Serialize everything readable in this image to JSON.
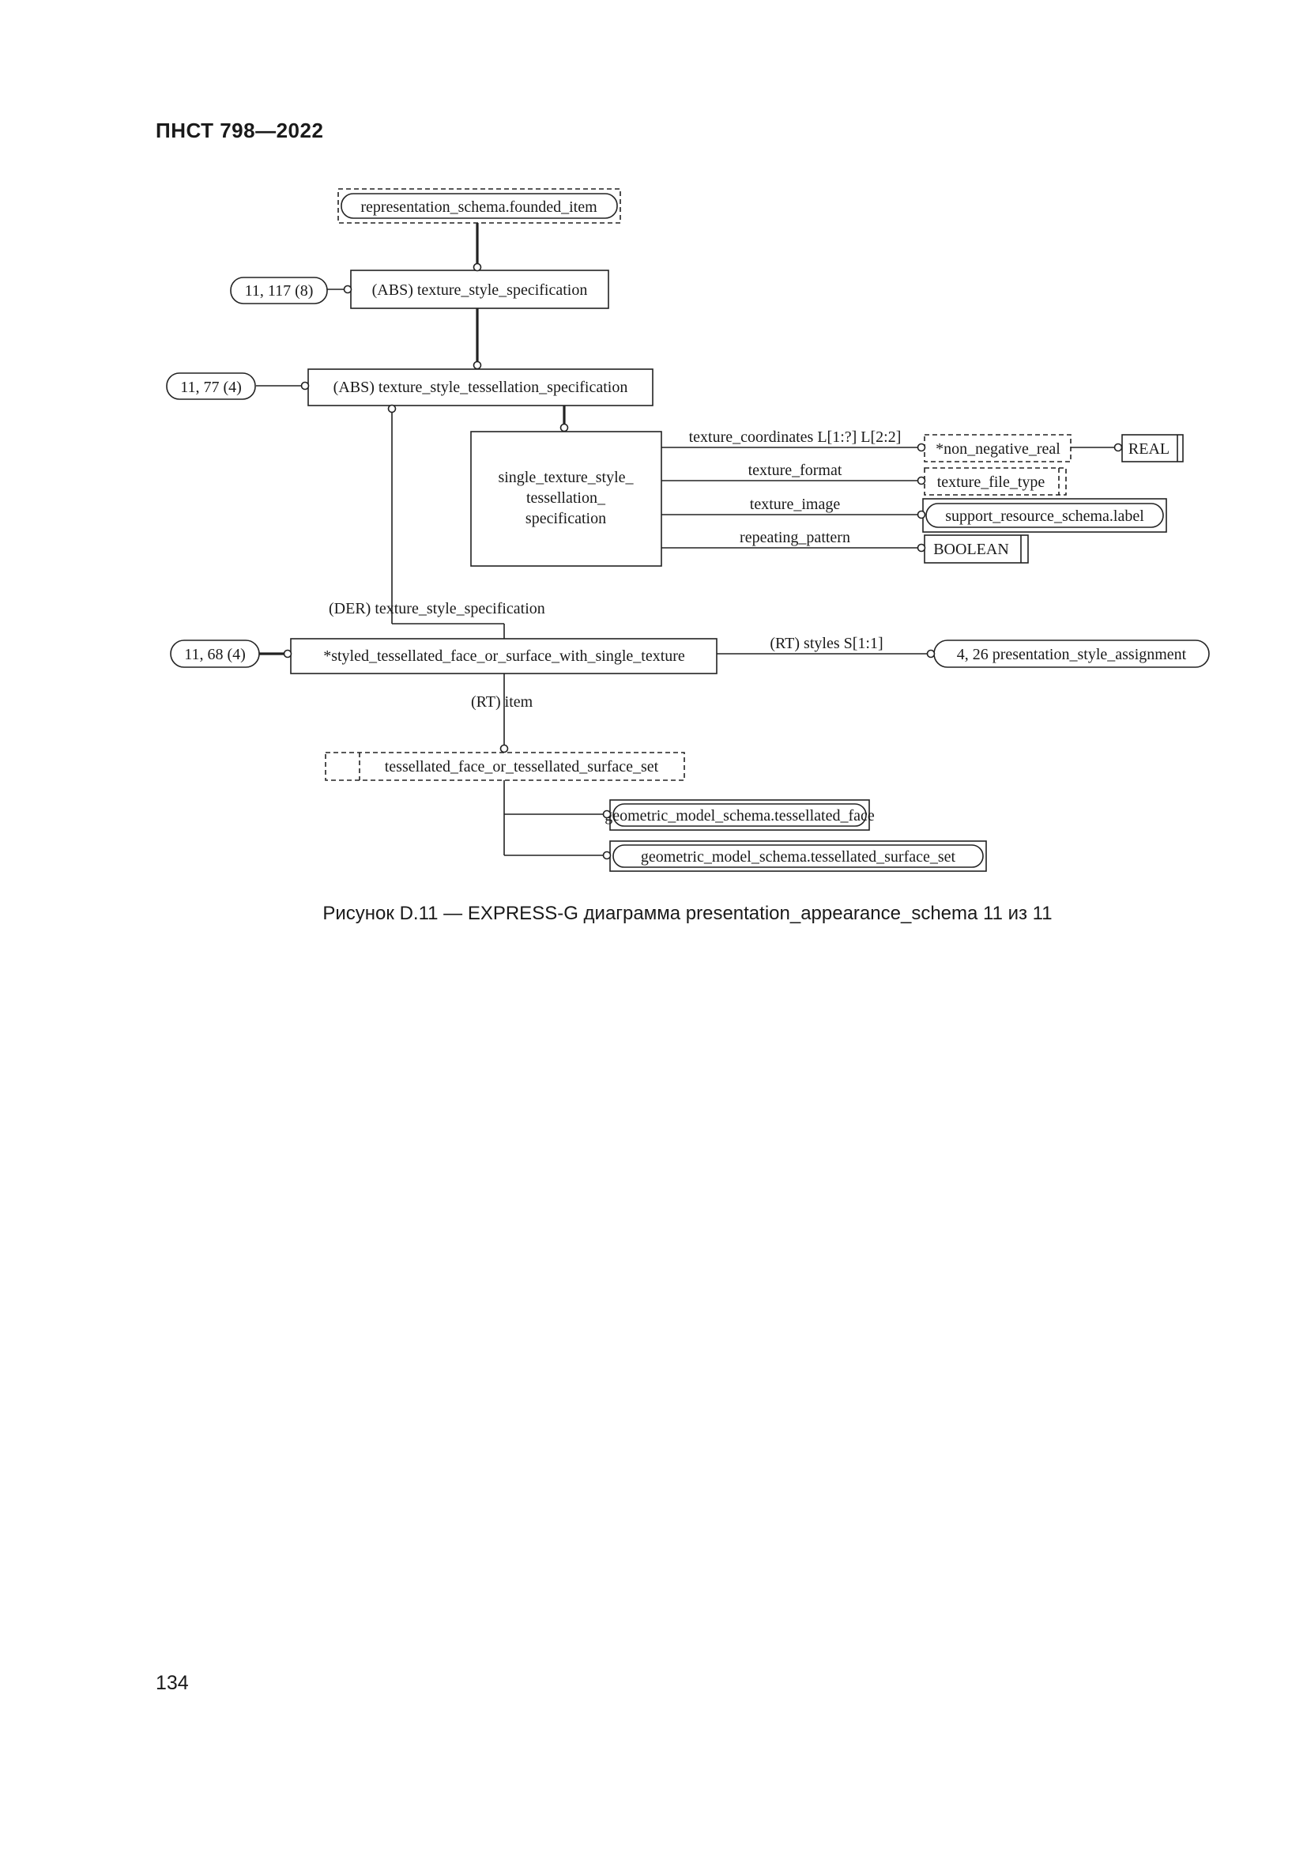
{
  "header": {
    "doc_id": "ПНСТ 798—2022"
  },
  "footer": {
    "page_number": "134"
  },
  "figure": {
    "caption": "Рисунок D.11 — EXPRESS-G диаграмма presentation_appearance_schema 11 из 11"
  },
  "diagram": {
    "nodes": {
      "founded_item": "representation_schema.founded_item",
      "ref_117": "11, 117 (8)",
      "texture_style_spec": "(ABS) texture_style_specification",
      "ref_77": "11, 77 (4)",
      "tess_spec": "(ABS) texture_style_tessellation_specification",
      "single_line1": "single_texture_style_",
      "single_line2": "tessellation_",
      "single_line3": "specification",
      "non_negative_real": "*non_negative_real",
      "real": "REAL",
      "texture_file_type": "texture_file_type",
      "support_label": "support_resource_schema.label",
      "boolean": "BOOLEAN",
      "ref_68": "11, 68 (4)",
      "styled": "*styled_tessellated_face_or_surface_with_single_texture",
      "psa": "4, 26 presentation_style_assignment",
      "tess_select": "tessellated_face_or_tessellated_surface_set",
      "tess_face": "geometric_model_schema.tessellated_face",
      "tess_surface_set": "geometric_model_schema.tessellated_surface_set"
    },
    "attributes": {
      "texture_coordinates": "texture_coordinates L[1:?] L[2:2]",
      "texture_format": "texture_format",
      "texture_image": "texture_image",
      "repeating_pattern": "repeating_pattern",
      "derived": "(DER) texture_style_specification",
      "styles": "(RT) styles S[1:1]",
      "item": "(RT) item"
    }
  }
}
